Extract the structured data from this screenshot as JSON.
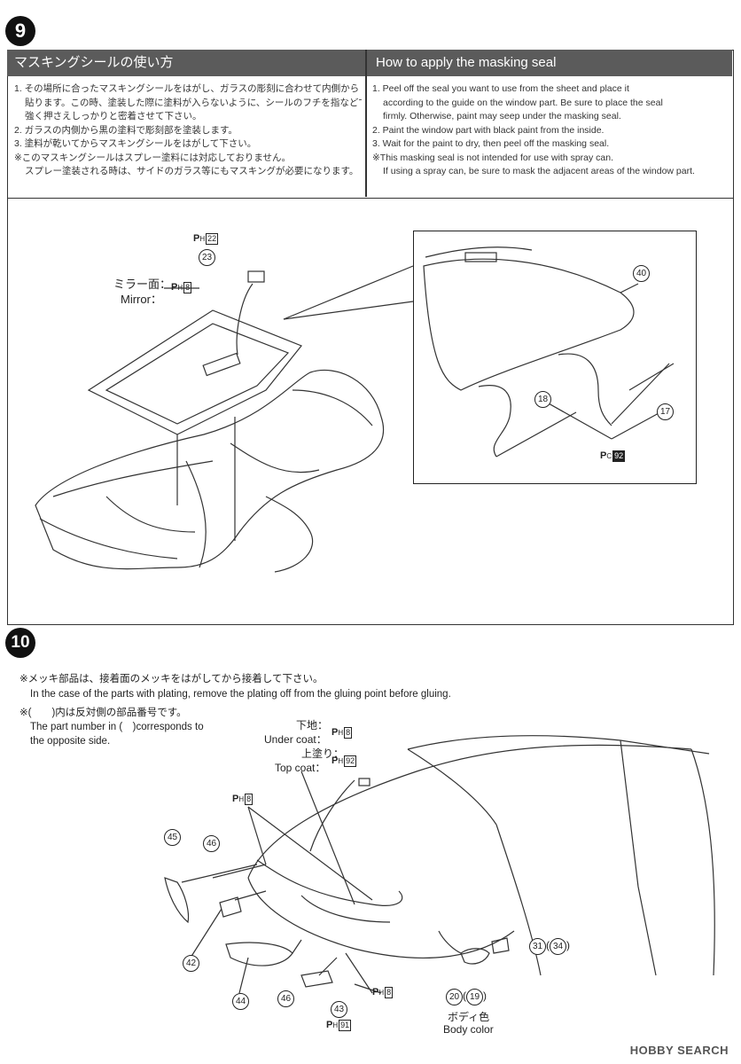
{
  "step9": {
    "number": "9",
    "header_jp": "マスキングシールの使い方",
    "header_en": "How to apply the masking seal",
    "jp_lines": [
      "1. その場所に合ったマスキングシールをはがし、ガラスの彫刻に合わせて内側から",
      "貼ります。この時、塗装した際に塗料が入らないように、シールのフチを指などで",
      "強く押さえしっかりと密着させて下さい。",
      "2. ガラスの内側から黒の塗料で彫刻部を塗装します。",
      "3. 塗料が乾いてからマスキングシールをはがして下さい。",
      "※このマスキングシールはスプレー塗料には対応しておりません。",
      "スプレー塗装される時は、サイドのガラス等にもマスキングが必要になります。"
    ],
    "en_lines": [
      "1. Peel off the seal you want to use from the sheet and place it",
      "according to the guide on the window part. Be sure to place the seal",
      "firmly. Otherwise, paint may seep under the masking seal.",
      "2. Paint the window part with black paint from the inside.",
      "3. Wait for the paint to dry, then peel off the masking seal.",
      "※This masking seal is not intended for use with spray can.",
      "If using a spray can, be sure to mask the adjacent areas of the window part."
    ],
    "labels": {
      "ph22": {
        "letter": "P",
        "sub": "H",
        "num": "22"
      },
      "part23": "23",
      "mirror_jp": "ミラー面：",
      "mirror_en": "Mirror：",
      "ph8": {
        "letter": "P",
        "sub": "H",
        "num": "8"
      },
      "part40": "40",
      "part18": "18",
      "part17": "17",
      "pc92": {
        "letter": "P",
        "sub": "C",
        "num": "92"
      }
    }
  },
  "step10": {
    "number": "10",
    "note1_jp": "※メッキ部品は、接着面のメッキをはがしてから接着して下さい。",
    "note1_en": "In the case of the parts with plating, remove the plating off from the gluing point before gluing.",
    "note2_jp": "※(　　)内は反対側の部品番号です。",
    "note2_en1": "The part number in (　)corresponds to",
    "note2_en2": "the opposite side.",
    "undercoat_jp": "下地：",
    "undercoat_en": "Under coat：",
    "topcoat_jp": "上塗り：",
    "topcoat_en": "Top coat：",
    "ph8": {
      "letter": "P",
      "sub": "H",
      "num": "8"
    },
    "ph92": {
      "letter": "P",
      "sub": "H",
      "num": "92"
    },
    "ph91": {
      "letter": "P",
      "sub": "H",
      "num": "91"
    },
    "parts": {
      "p45": "45",
      "p46a": "46",
      "p42": "42",
      "p44": "44",
      "p46b": "46",
      "p43": "43",
      "p20": "20",
      "p19": "19",
      "p31": "31",
      "p34": "34"
    },
    "body_color_jp": "ボディ色",
    "body_color_en": "Body color"
  },
  "watermark": "HOBBY SEARCH"
}
